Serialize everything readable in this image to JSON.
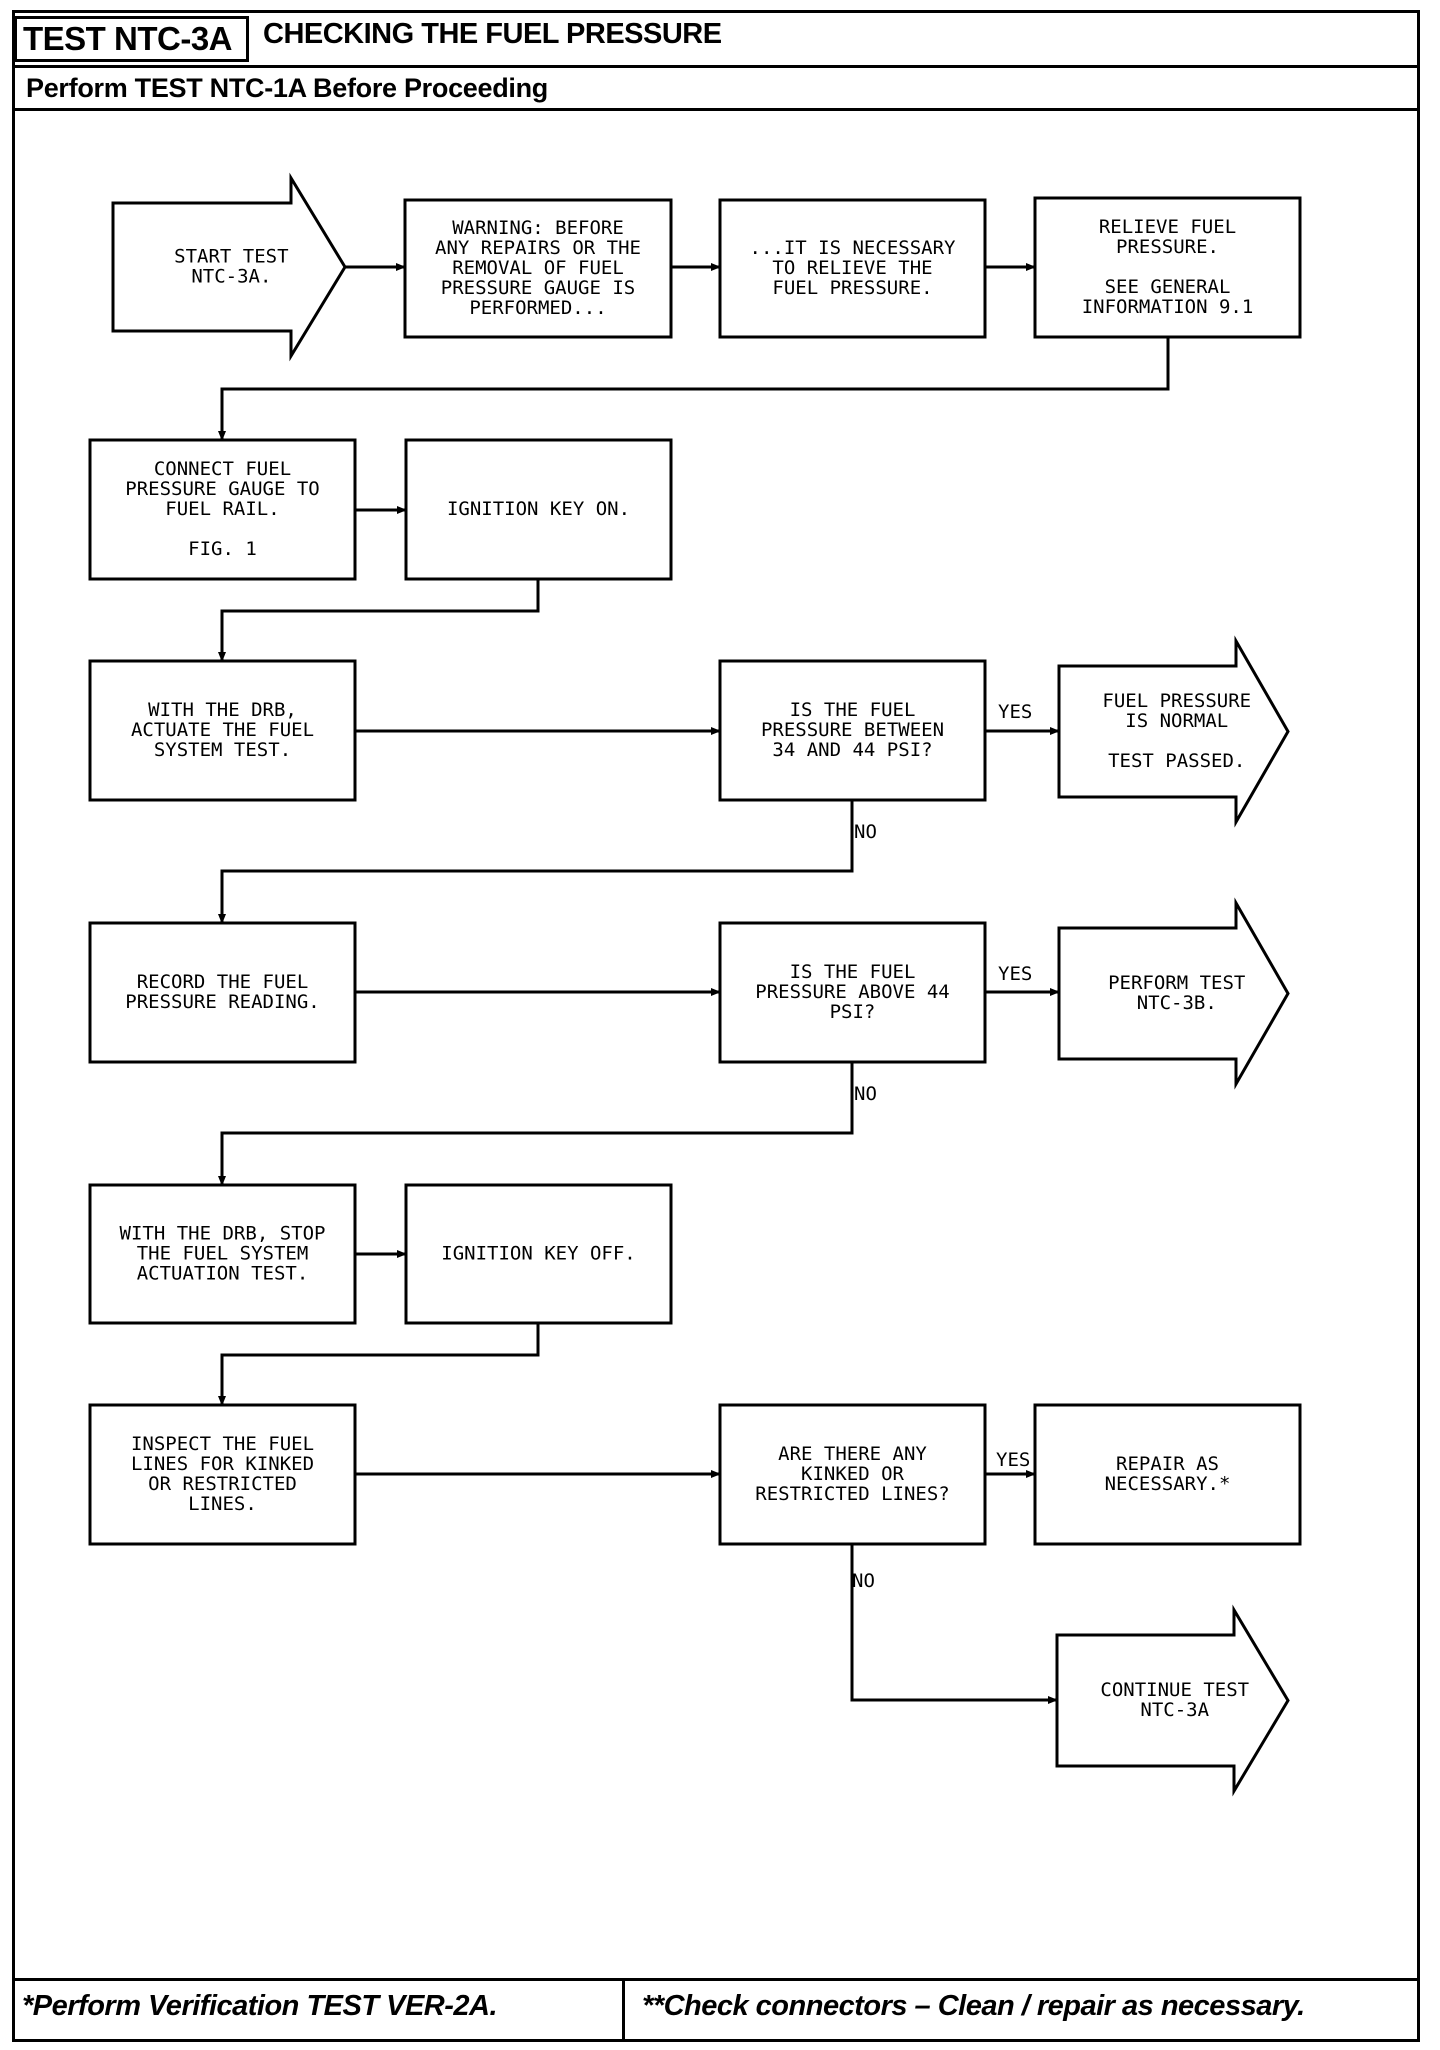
{
  "header": {
    "test_id": "TEST NTC-3A",
    "title": "CHECKING THE FUEL PRESSURE",
    "subtitle": "Perform TEST NTC-1A Before Proceeding"
  },
  "footer": {
    "note1": "*Perform Verification TEST VER-2A.",
    "note2": "**Check connectors – Clean / repair as necessary."
  },
  "nodes": [
    {
      "id": "start",
      "shape": "arrow",
      "lines": [
        "START TEST",
        "NTC-3A."
      ]
    },
    {
      "id": "warning",
      "shape": "rect",
      "lines": [
        "WARNING:  BEFORE",
        "ANY REPAIRS OR THE",
        "REMOVAL OF FUEL",
        "PRESSURE GAUGE IS",
        "PERFORMED..."
      ]
    },
    {
      "id": "necessary",
      "shape": "rect",
      "lines": [
        "...IT IS NECESSARY",
        "TO RELIEVE THE",
        "FUEL PRESSURE."
      ]
    },
    {
      "id": "relieve",
      "shape": "rect",
      "lines": [
        "RELIEVE FUEL",
        "PRESSURE.",
        "",
        "SEE GENERAL",
        "INFORMATION 9.1"
      ]
    },
    {
      "id": "connect",
      "shape": "rect",
      "lines": [
        "CONNECT FUEL",
        "PRESSURE GAUGE TO",
        "FUEL RAIL.",
        "",
        "FIG. 1"
      ]
    },
    {
      "id": "key-on",
      "shape": "rect",
      "lines": [
        "IGNITION KEY ON."
      ]
    },
    {
      "id": "actuate",
      "shape": "rect",
      "lines": [
        "WITH THE DRB,",
        "ACTUATE THE FUEL",
        "SYSTEM TEST."
      ]
    },
    {
      "id": "q-between",
      "shape": "rect",
      "lines": [
        "IS THE FUEL",
        "PRESSURE BETWEEN",
        "34 AND 44 PSI?"
      ]
    },
    {
      "id": "normal",
      "shape": "arrow",
      "lines": [
        "FUEL PRESSURE",
        "IS NORMAL",
        "",
        "TEST PASSED."
      ]
    },
    {
      "id": "record",
      "shape": "rect",
      "lines": [
        "RECORD THE FUEL",
        "PRESSURE READING."
      ]
    },
    {
      "id": "q-above",
      "shape": "rect",
      "lines": [
        "IS THE FUEL",
        "PRESSURE ABOVE 44",
        "PSI?"
      ]
    },
    {
      "id": "ntc3b",
      "shape": "arrow",
      "lines": [
        "PERFORM TEST",
        "NTC-3B."
      ]
    },
    {
      "id": "stop",
      "shape": "rect",
      "lines": [
        "WITH THE DRB, STOP",
        "THE FUEL SYSTEM",
        "ACTUATION TEST."
      ]
    },
    {
      "id": "key-off",
      "shape": "rect",
      "lines": [
        "IGNITION KEY OFF."
      ]
    },
    {
      "id": "inspect",
      "shape": "rect",
      "lines": [
        "INSPECT THE FUEL",
        "LINES FOR KINKED",
        "OR RESTRICTED",
        "LINES."
      ]
    },
    {
      "id": "q-kinked",
      "shape": "rect",
      "lines": [
        "ARE THERE ANY",
        "KINKED OR",
        "RESTRICTED LINES?"
      ]
    },
    {
      "id": "repair",
      "shape": "rect",
      "lines": [
        "REPAIR AS",
        "NECESSARY.*"
      ]
    },
    {
      "id": "continue",
      "shape": "arrow",
      "lines": [
        "CONTINUE TEST",
        "NTC-3A"
      ]
    }
  ],
  "edge_labels": [
    "YES",
    "NO",
    "YES",
    "NO",
    "YES",
    "NO"
  ]
}
